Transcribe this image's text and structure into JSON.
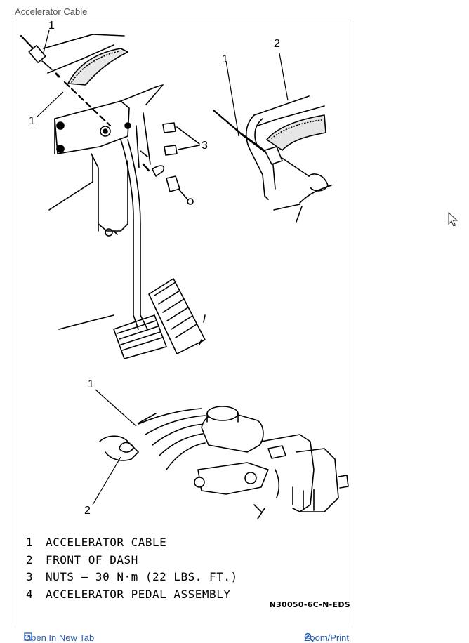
{
  "page": {
    "title": "Accelerator Cable"
  },
  "figure": {
    "callouts": {
      "top_left_1a": "1",
      "top_left_1b": "1",
      "top_right_1": "1",
      "top_right_2": "2",
      "nuts_3": "3",
      "bottom_1": "1",
      "bottom_2": "2"
    },
    "legend": [
      {
        "num": "1",
        "label": "ACCELERATOR CABLE"
      },
      {
        "num": "2",
        "label": "FRONT OF DASH"
      },
      {
        "num": "3",
        "label": "NUTS – 30 N·m (22 LBS. FT.)"
      },
      {
        "num": "4",
        "label": "ACCELERATOR PEDAL ASSEMBLY"
      }
    ],
    "code": "N30050-6C-N-EDS"
  },
  "footer": {
    "open_new_tab": "Open In New Tab",
    "zoom_print": "Zoom/Print"
  },
  "icons": [
    "open-in-new-tab-icon",
    "zoom-icon",
    "mouse-pointer-icon"
  ]
}
